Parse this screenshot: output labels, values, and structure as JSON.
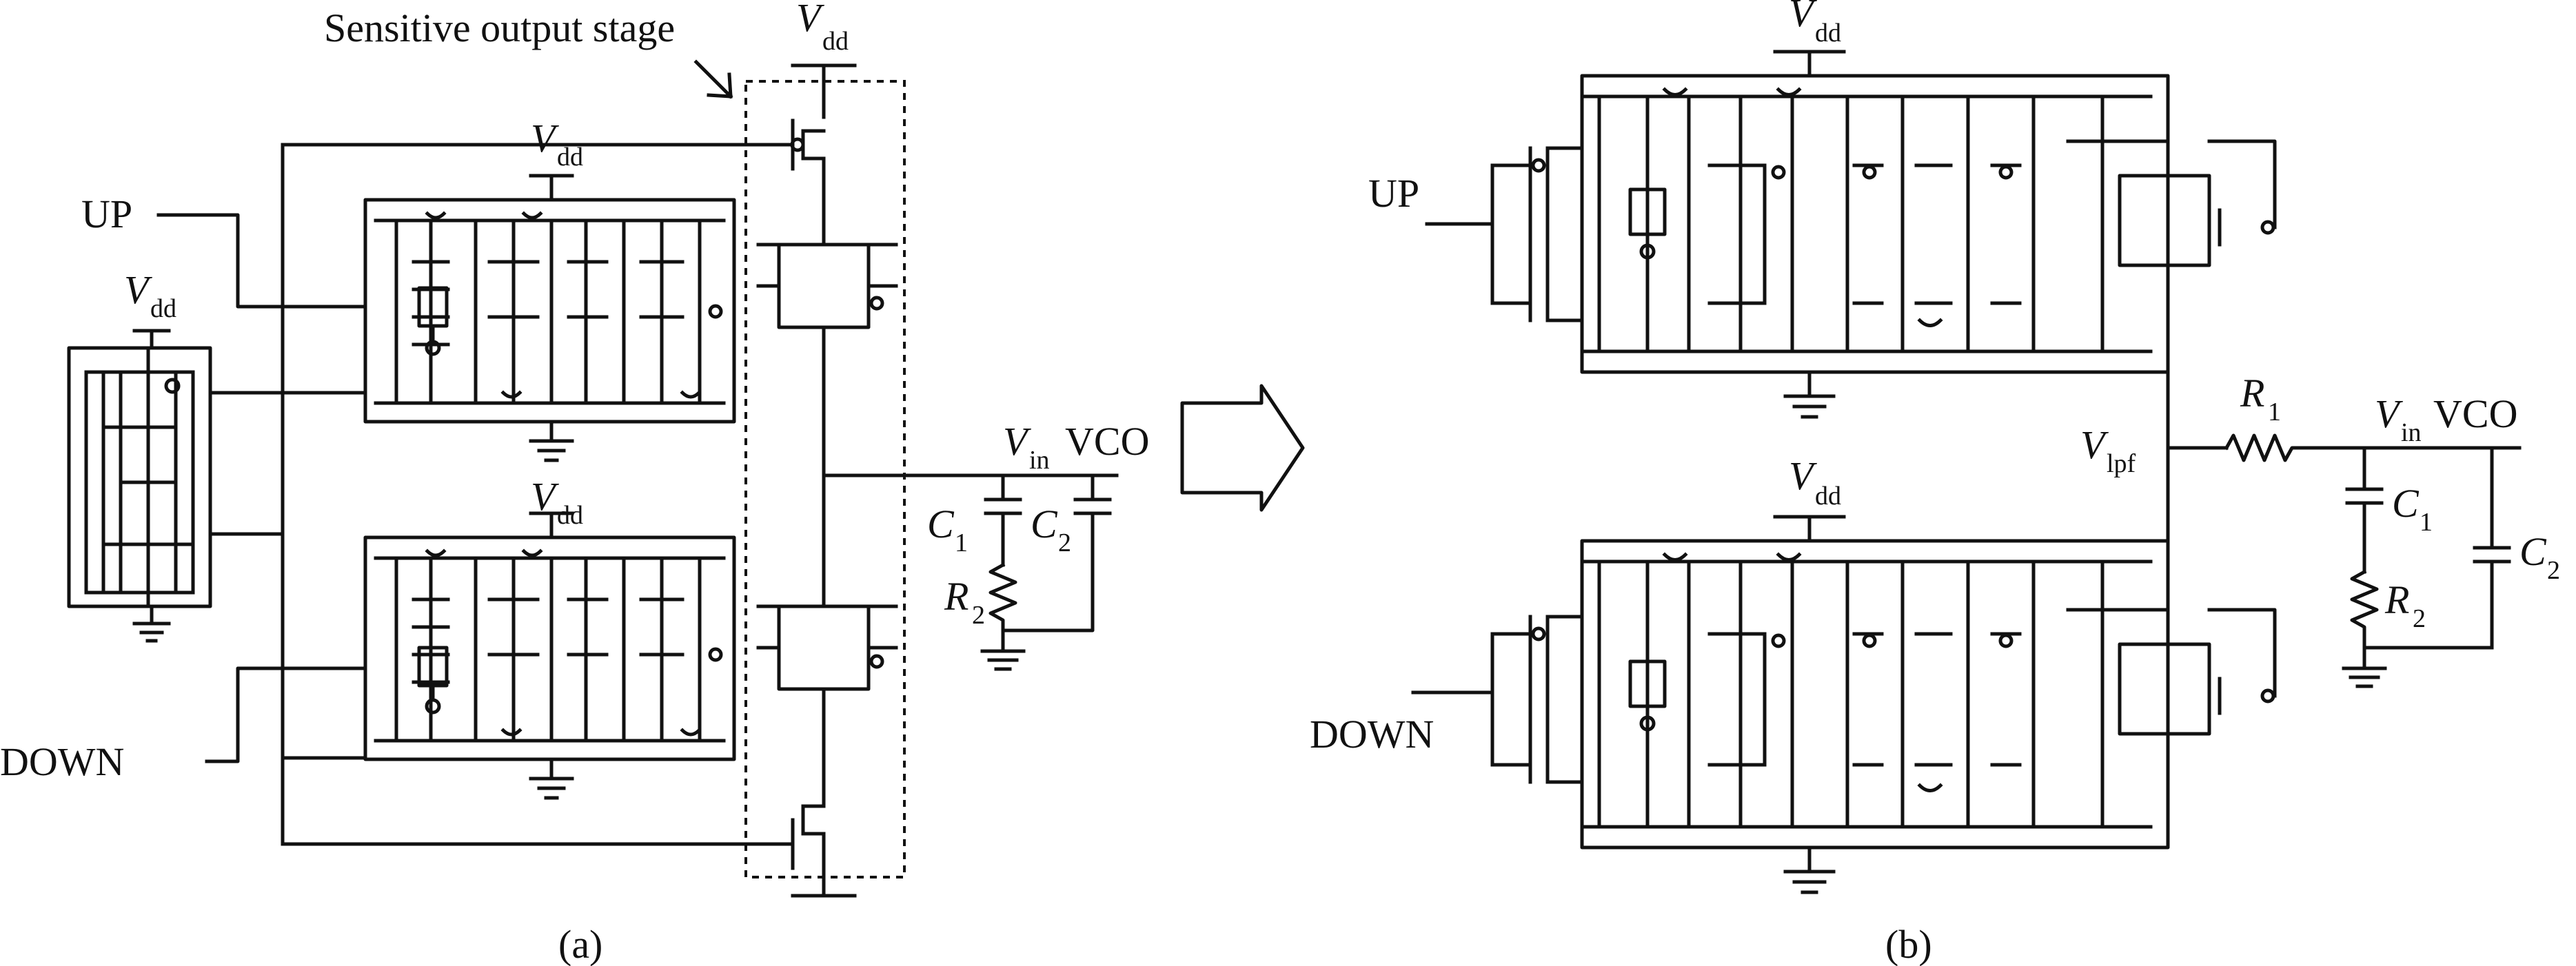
{
  "panel_a": {
    "caption": "(a)",
    "annotation": "Sensitive output stage",
    "input_up": "UP",
    "input_down": "DOWN",
    "supply": {
      "main": "V",
      "sub": "dd"
    },
    "output": {
      "main": "V",
      "sub": "in",
      "suffix": "VCO"
    },
    "c1": {
      "main": "C",
      "sub": "1"
    },
    "c2": {
      "main": "C",
      "sub": "2"
    },
    "r2": {
      "main": "R",
      "sub": "2"
    }
  },
  "panel_b": {
    "caption": "(b)",
    "input_up": "UP",
    "input_down": "DOWN",
    "supply": {
      "main": "V",
      "sub": "dd"
    },
    "node": {
      "main": "V",
      "sub": "lpf"
    },
    "output": {
      "main": "V",
      "sub": "in",
      "suffix": "VCO"
    },
    "r1": {
      "main": "R",
      "sub": "1"
    },
    "c1": {
      "main": "C",
      "sub": "1"
    },
    "c2": {
      "main": "C",
      "sub": "2"
    },
    "r2": {
      "main": "R",
      "sub": "2"
    }
  },
  "arrow": {
    "icon": "right-arrow-icon",
    "meaning": "transformation from (a) to (b)"
  }
}
